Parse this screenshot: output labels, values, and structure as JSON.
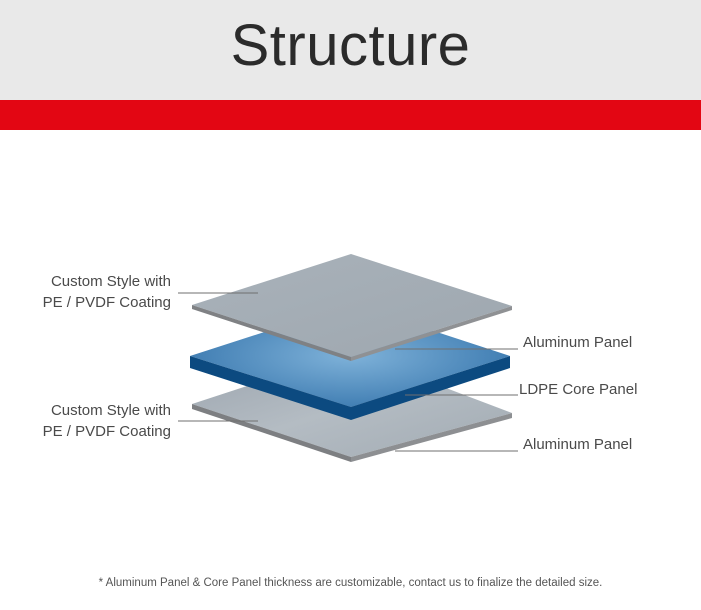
{
  "header": {
    "title": "Structure",
    "background_color": "#e9e9e9",
    "accent_color": "#e30613"
  },
  "layers": {
    "top_left_label_line1": "Custom Style with",
    "top_left_label_line2": "PE / PVDF Coating",
    "bottom_left_label_line1": "Custom Style with",
    "bottom_left_label_line2": "PE / PVDF Coating",
    "top_right_label": "Aluminum Panel",
    "middle_right_label": "LDPE Core Panel",
    "bottom_right_label": "Aluminum Panel"
  },
  "colors": {
    "aluminum_top": "#a7b0b8",
    "aluminum_edge": "#8a8a8a",
    "core_light": "#7fb2d9",
    "core_dark": "#2f6fa8",
    "core_edge": "#0c4a80",
    "leader_line": "#6f6f6f"
  },
  "footnote": "* Aluminum Panel & Core Panel thickness are customizable, contact us to finalize the detailed size."
}
